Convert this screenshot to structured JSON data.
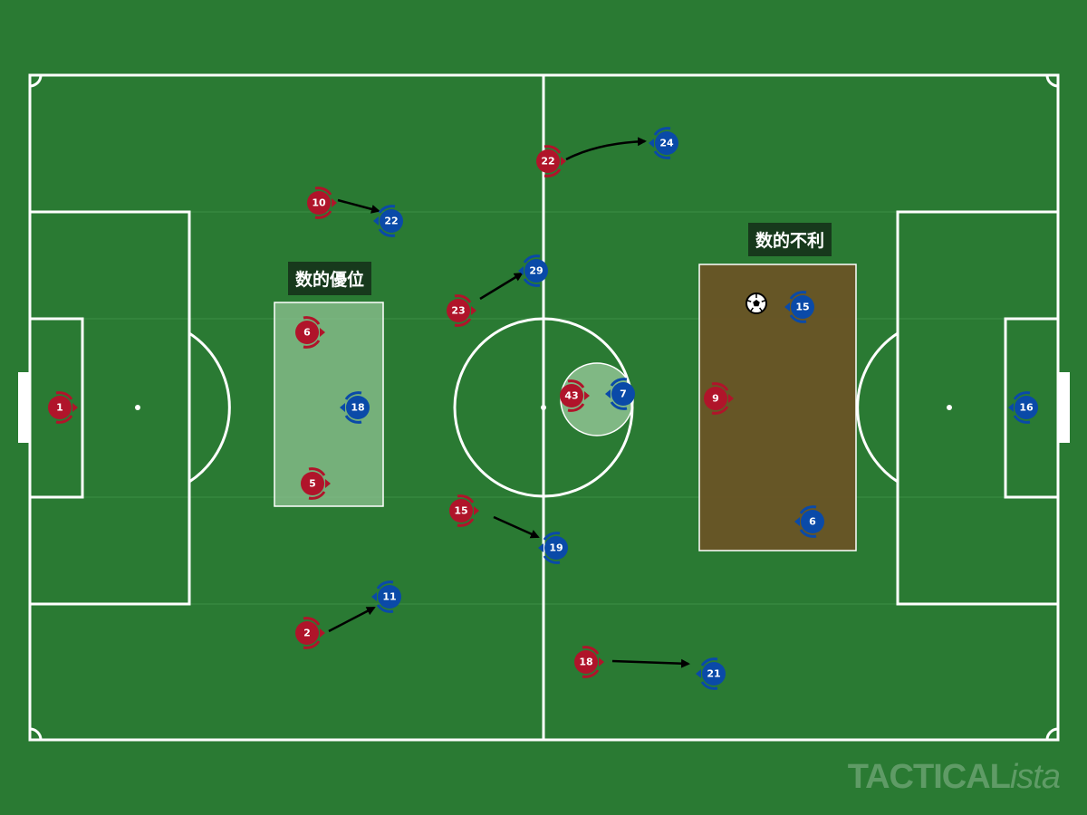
{
  "colors": {
    "grass": "#2a7a33",
    "lines": "#ffffff",
    "home_team": "#b0142a",
    "away_team": "#0a4aa8",
    "advantage_zone": "#86b98a",
    "disadvantage_zone": "#6b5225"
  },
  "labels": {
    "advantage": "数的優位",
    "disadvantage": "数的不利"
  },
  "watermark": {
    "main": "TACTICAL",
    "suffix": "ista"
  },
  "ball_icon": "soccer-ball-icon",
  "players": [
    {
      "team": "home",
      "number": "1"
    },
    {
      "team": "home",
      "number": "10"
    },
    {
      "team": "home",
      "number": "22"
    },
    {
      "team": "home",
      "number": "6"
    },
    {
      "team": "home",
      "number": "23"
    },
    {
      "team": "home",
      "number": "43"
    },
    {
      "team": "home",
      "number": "9"
    },
    {
      "team": "home",
      "number": "5"
    },
    {
      "team": "home",
      "number": "15"
    },
    {
      "team": "home",
      "number": "2"
    },
    {
      "team": "home",
      "number": "18"
    },
    {
      "team": "away",
      "number": "24"
    },
    {
      "team": "away",
      "number": "22"
    },
    {
      "team": "away",
      "number": "29"
    },
    {
      "team": "away",
      "number": "15"
    },
    {
      "team": "away",
      "number": "18"
    },
    {
      "team": "away",
      "number": "7"
    },
    {
      "team": "away",
      "number": "16"
    },
    {
      "team": "away",
      "number": "6"
    },
    {
      "team": "away",
      "number": "19"
    },
    {
      "team": "away",
      "number": "11"
    },
    {
      "team": "away",
      "number": "21"
    }
  ]
}
